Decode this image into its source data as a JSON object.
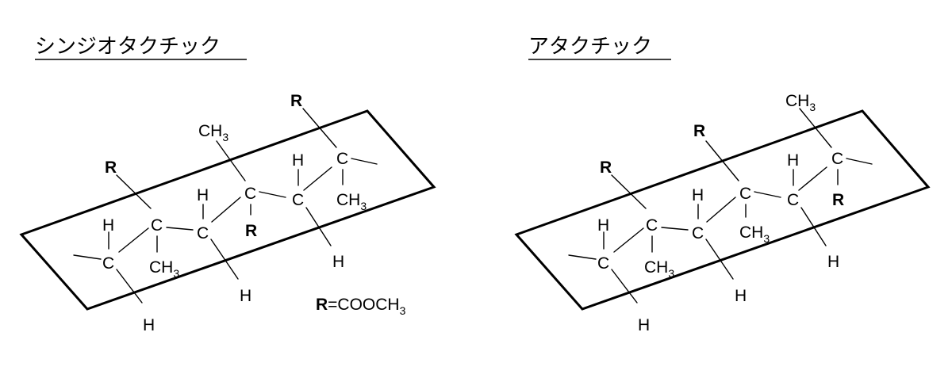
{
  "left": {
    "title": "シンジオタクチック",
    "legend": {
      "r": "R",
      "rest": "=COOCH",
      "sub": "3"
    }
  },
  "right": {
    "title": "アタクチック"
  },
  "atoms": {
    "c": "C",
    "h": "H",
    "r": "R",
    "ch": "CH",
    "sub3": "3"
  }
}
